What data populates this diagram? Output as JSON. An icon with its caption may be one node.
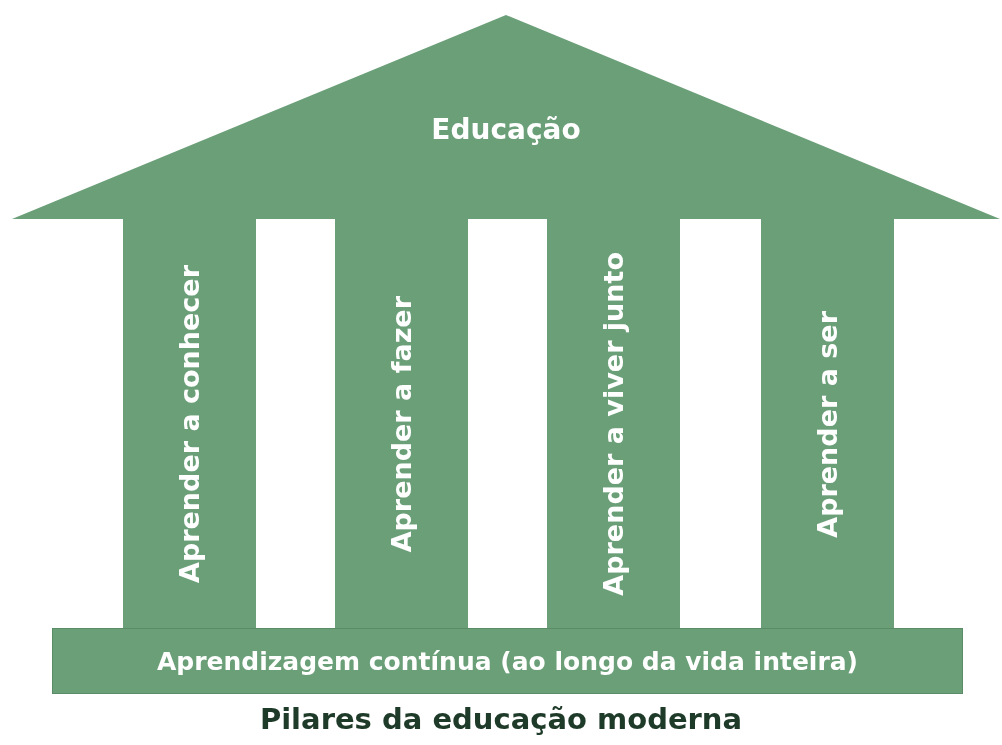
{
  "diagram": {
    "caption": "Pilares da educação moderna",
    "nodes": [
      {
        "text": [
          "Educação"
        ]
      },
      {
        "text": [
          "Aprender a conhecer"
        ]
      },
      {
        "text": [
          "Aprender a fazer"
        ]
      },
      {
        "text": [
          "Aprender a viver junto"
        ]
      },
      {
        "text": [
          "Aprender a ser"
        ]
      },
      {
        "text": [
          "Aprendizagem contínua (ao longo da vida inteira)"
        ]
      }
    ]
  }
}
